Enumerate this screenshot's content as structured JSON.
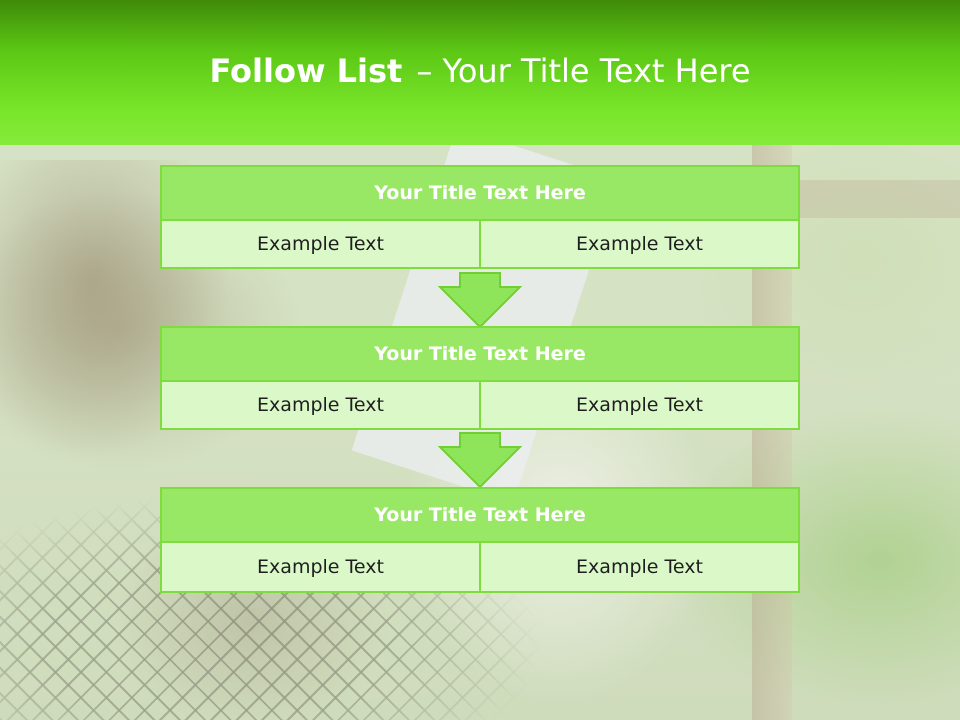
{
  "slide": {
    "title_bold": "Follow List",
    "title_rest": "– Your Title Text Here"
  },
  "blocks": [
    {
      "title": "Your Title Text Here",
      "left": "Example Text",
      "right": "Example Text"
    },
    {
      "title": "Your Title Text Here",
      "left": "Example Text",
      "right": "Example Text"
    },
    {
      "title": "Your Title Text Here",
      "left": "Example Text",
      "right": "Example Text"
    }
  ],
  "colors": {
    "header_green": "#78e52a",
    "block_title_fill": "#99e865",
    "cell_fill": "#dbf8c9",
    "border_green": "#7fdc3f",
    "arrow_fill": "#8fe55a"
  },
  "icons": [
    "down-arrow-icon",
    "down-arrow-icon"
  ]
}
